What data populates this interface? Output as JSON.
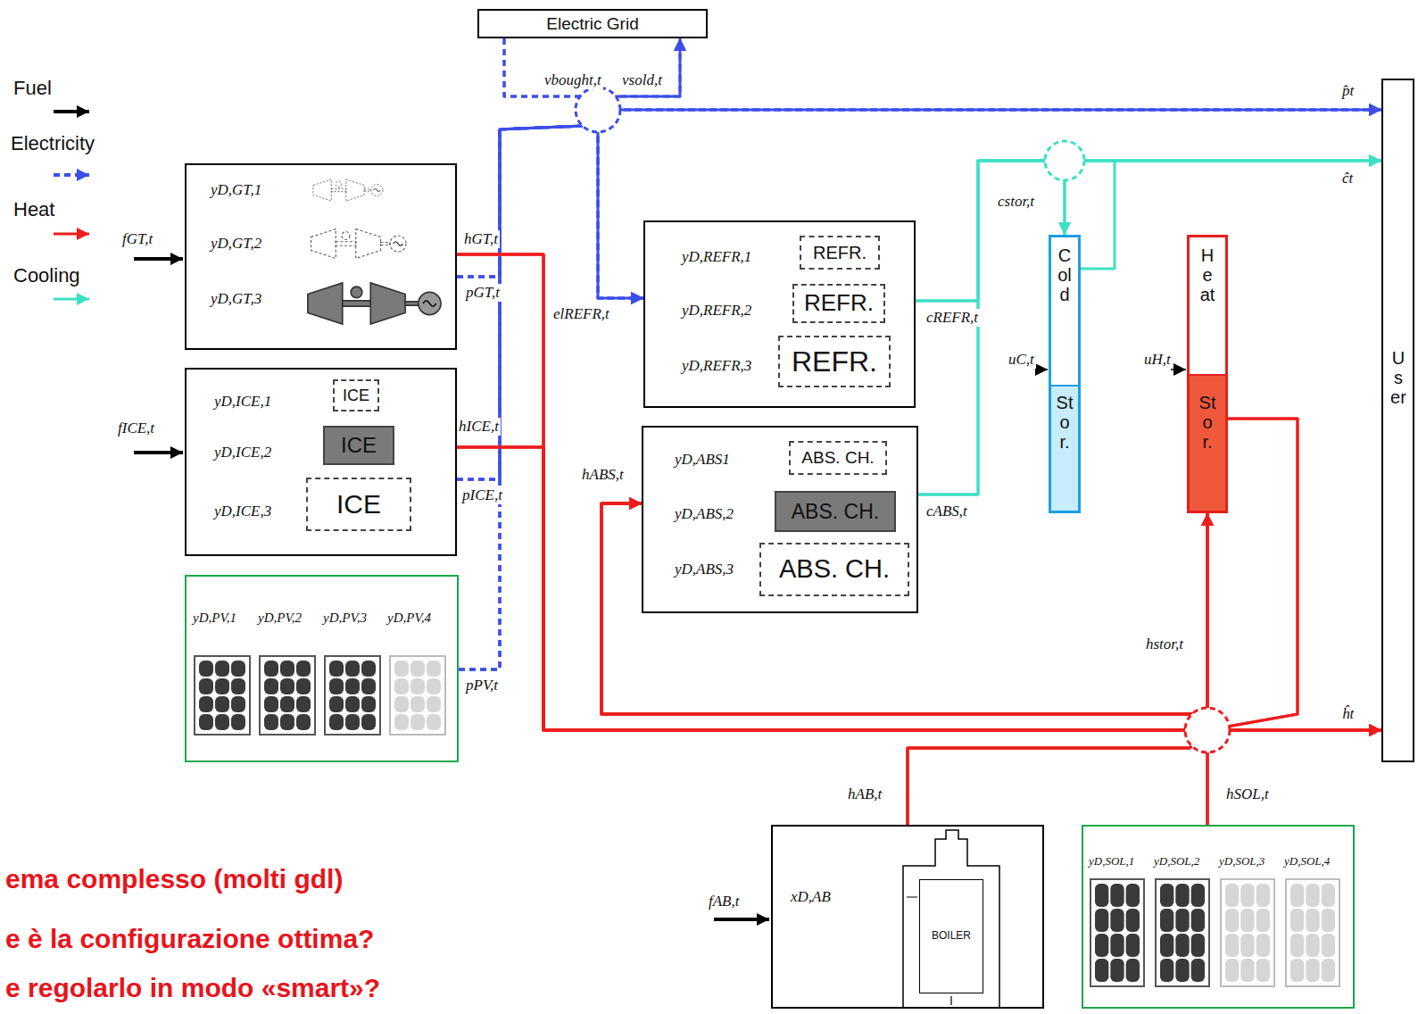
{
  "diagram": {
    "nodes": [
      {
        "text": [
          "Electric Grid"
        ]
      },
      {
        "text": [
          "yD,GT,1",
          "yD,GT,2",
          "yD,GT,3"
        ]
      },
      {
        "text": [
          "yD,ICE,1",
          "yD,ICE,2",
          "yD,ICE,3"
        ]
      },
      {
        "text": [
          "ICE"
        ],
        "in": 2
      },
      {
        "text": [
          "ICE"
        ],
        "in": 2
      },
      {
        "text": [
          "ICE"
        ],
        "in": 2
      },
      {
        "text": [
          "yD,PV,1",
          "yD,PV,2",
          "yD,PV,3",
          "yD,PV,4"
        ]
      },
      {
        "text": [
          "yD,REFR,1",
          "yD,REFR,2",
          "yD,REFR,3"
        ]
      },
      {
        "text": [
          "REFR."
        ],
        "in": 7
      },
      {
        "text": [
          "REFR."
        ],
        "in": 7
      },
      {
        "text": [
          "REFR."
        ],
        "in": 7
      },
      {
        "text": [
          "yD,ABS1",
          "yD,ABS,2",
          "yD,ABS,3"
        ]
      },
      {
        "text": [
          "ABS. CH."
        ],
        "in": 11
      },
      {
        "text": [
          "ABS. CH."
        ],
        "in": 11
      },
      {
        "text": [
          "ABS. CH."
        ],
        "in": 11
      },
      {
        "text": [
          "Cold",
          "Stor."
        ]
      },
      {
        "text": [
          "Heat",
          "Stor."
        ]
      },
      {
        "text": [
          "User"
        ]
      },
      {
        "text": [
          "xD,AB"
        ]
      },
      {
        "text": [
          "BOILER"
        ],
        "in": 18
      },
      {
        "text": [
          "yD,SOL,1",
          "yD,SOL,2",
          "yD,SOL,3",
          "yD,SOL,4"
        ]
      }
    ],
    "edges": [
      {
        "from": 0,
        "to": 17,
        "arrow": "to"
      },
      {
        "from": 1,
        "to": 17,
        "arrow": "to"
      },
      {
        "from": 2,
        "to": 17,
        "arrow": "to"
      },
      {
        "from": 6,
        "to": 17,
        "arrow": "to"
      },
      {
        "from": 1,
        "to": 0,
        "arrow": "to"
      },
      {
        "from": 2,
        "to": 0,
        "arrow": "to"
      },
      {
        "from": 6,
        "to": 0,
        "arrow": "to"
      },
      {
        "from": 0,
        "to": 7,
        "arrow": "to"
      },
      {
        "from": 1,
        "to": 7,
        "arrow": "to"
      },
      {
        "from": 2,
        "to": 7,
        "arrow": "to"
      },
      {
        "from": 6,
        "to": 7,
        "arrow": "to"
      },
      {
        "from": 1,
        "to": 17,
        "arrow": "to"
      },
      {
        "from": 2,
        "to": 17,
        "arrow": "to"
      },
      {
        "from": 1,
        "to": 11,
        "arrow": "to"
      },
      {
        "from": 2,
        "to": 11,
        "arrow": "to"
      },
      {
        "from": 1,
        "to": 16,
        "arrow": "to"
      },
      {
        "from": 2,
        "to": 16,
        "arrow": "to"
      },
      {
        "from": 18,
        "to": 17,
        "arrow": "to"
      },
      {
        "from": 18,
        "to": 11,
        "arrow": "to"
      },
      {
        "from": 18,
        "to": 16,
        "arrow": "to"
      },
      {
        "from": 20,
        "to": 17,
        "arrow": "to"
      },
      {
        "from": 20,
        "to": 11,
        "arrow": "to"
      },
      {
        "from": 20,
        "to": 16,
        "arrow": "to"
      },
      {
        "from": 16,
        "to": 17,
        "arrow": "to"
      },
      {
        "from": 16,
        "to": 11,
        "arrow": "to"
      },
      {
        "from": 7,
        "to": 15,
        "arrow": "to"
      },
      {
        "from": 7,
        "to": 17,
        "arrow": "to"
      },
      {
        "from": 11,
        "to": 15,
        "arrow": "to"
      },
      {
        "from": 11,
        "to": 17,
        "arrow": "to"
      },
      {
        "from": 15,
        "to": 17,
        "arrow": "to"
      }
    ],
    "labels": [
      "vbought,t",
      "vsold,t",
      "p̂t",
      "ĉt",
      "fGT,t",
      "hGT,t",
      "pGT,t",
      "fICE,t",
      "hICE,t",
      "pICE,t",
      "pPV,t",
      "elREFR,t",
      "cREFR,t",
      "hABS,t",
      "cABS,t",
      "cstor,t",
      "uC,t",
      "uH,t",
      "hstor,t",
      "ĥt",
      "fAB,t",
      "hAB,t",
      "hSOL,t",
      "ema complesso (molti gdl)",
      "e è la configurazione ottima?",
      "e regolarlo in modo «smart»?"
    ],
    "legend": [
      {
        "text": "Fuel"
      },
      {
        "text": "Electricity"
      },
      {
        "text": "Heat"
      },
      {
        "text": "Cooling"
      }
    ]
  }
}
